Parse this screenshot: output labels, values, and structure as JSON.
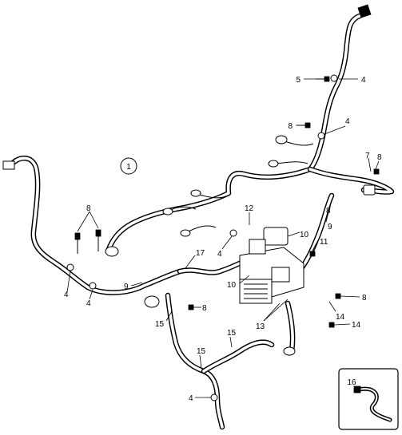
{
  "diagram": {
    "assembly_label": "1",
    "inset_label": "16",
    "callouts": [
      {
        "id": "c-5",
        "text": "5"
      },
      {
        "id": "c-4a",
        "text": "4"
      },
      {
        "id": "c-8a",
        "text": "8"
      },
      {
        "id": "c-4b",
        "text": "4"
      },
      {
        "id": "c-7",
        "text": "7"
      },
      {
        "id": "c-8b",
        "text": "8"
      },
      {
        "id": "c-8c",
        "text": "8"
      },
      {
        "id": "c-9a",
        "text": "9"
      },
      {
        "id": "c-8d",
        "text": "8"
      },
      {
        "id": "c-12",
        "text": "12"
      },
      {
        "id": "c-4c",
        "text": "4"
      },
      {
        "id": "c-10",
        "text": "10"
      },
      {
        "id": "c-11",
        "text": "11"
      },
      {
        "id": "c-17",
        "text": "17"
      },
      {
        "id": "c-9b",
        "text": "9"
      },
      {
        "id": "c-10b",
        "text": "10"
      },
      {
        "id": "c-8e",
        "text": "8"
      },
      {
        "id": "c-4d",
        "text": "4"
      },
      {
        "id": "c-4e",
        "text": "4"
      },
      {
        "id": "c-8f",
        "text": "8"
      },
      {
        "id": "c-15a",
        "text": "15"
      },
      {
        "id": "c-13",
        "text": "13"
      },
      {
        "id": "c-14a",
        "text": "14"
      },
      {
        "id": "c-14b",
        "text": "14"
      },
      {
        "id": "c-8g",
        "text": "8"
      },
      {
        "id": "c-15b",
        "text": "15"
      },
      {
        "id": "c-15c",
        "text": "15"
      },
      {
        "id": "c-4f",
        "text": "4"
      }
    ]
  }
}
